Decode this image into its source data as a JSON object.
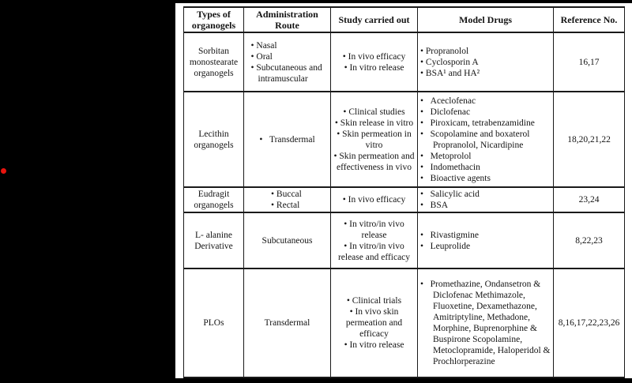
{
  "canvas": {
    "background_color": "#000000",
    "panel_color": "#ffffff"
  },
  "marker": {
    "red_dot_color": "#e8140e"
  },
  "table": {
    "headers": [
      "Types of organogels",
      "Administration Route",
      "Study carried out",
      "Model Drugs",
      "Reference No."
    ],
    "rows": [
      {
        "organogel": "Sorbitan monostearate organogels",
        "routes": [
          "• Nasal",
          "• Oral",
          "• Subcutaneous and intramuscular"
        ],
        "studies": [
          "• In vivo efficacy",
          "• In vitro release"
        ],
        "drugs": [
          "• Propranolol",
          "• Cyclosporin A",
          "• BSA¹ and HA²"
        ],
        "reference": "16,17"
      },
      {
        "organogel": "Lecithin organogels",
        "routes": [
          "•   Transdermal"
        ],
        "studies": [
          "• Clinical studies",
          "• Skin release in vitro",
          "• Skin permeation in vitro",
          "• Skin permeation and effectiveness in vivo"
        ],
        "drugs": [
          "•   Aceclofenac",
          "•   Diclofenac",
          "•   Piroxicam, tetrabenzamidine",
          "•   Scopolamine and boxaterol Propranolol, Nicardipine",
          "•   Metoprolol",
          "•   Indomethacin",
          "•   Bioactive agents"
        ],
        "reference": "18,20,21,22"
      },
      {
        "organogel": "Eudragit organogels",
        "routes": [
          "• Buccal",
          "• Rectal"
        ],
        "studies": [
          "• In vivo efficacy"
        ],
        "drugs": [
          "•   Salicylic acid",
          "•   BSA"
        ],
        "reference": "23,24"
      },
      {
        "organogel": "L- alanine Derivative",
        "routes": [
          "Subcutaneous"
        ],
        "studies": [
          "• In vitro/in vivo release",
          "• In vitro/in vivo release and efficacy"
        ],
        "drugs": [
          "•   Rivastigmine",
          "•   Leuprolide"
        ],
        "reference": "8,22,23"
      },
      {
        "organogel": "PLOs",
        "routes": [
          "Transdermal"
        ],
        "studies": [
          "• Clinical trials",
          "• In vivo skin permeation and efficacy",
          "• In vitro release"
        ],
        "drugs": [
          "•   Promethazine, Ondansetron & Diclofenac Methimazole, Fluoxetine, Dexamethazone, Amitriptyline, Methadone, Morphine, Buprenorphine & Buspirone Scopolamine, Metoclopramide, Haloperidol & Prochlorperazine"
        ],
        "reference": "8,16,17,22,23,26"
      }
    ]
  }
}
